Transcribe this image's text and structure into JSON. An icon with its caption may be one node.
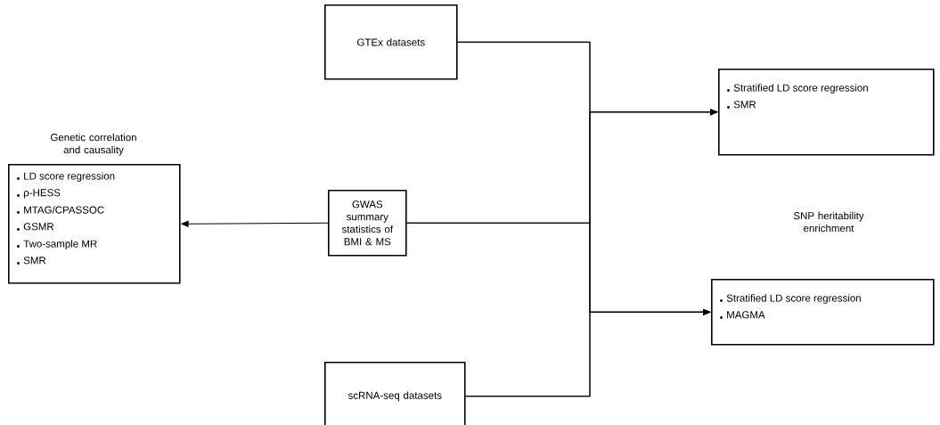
{
  "diagram": {
    "nodes": [
      {
        "text": [
          "GTEx datasets"
        ]
      },
      {
        "text": [
          "GWAS summary statistics of BMI & MS"
        ]
      },
      {
        "text": [
          "scRNA-seq datasets"
        ]
      },
      {
        "text": [
          "Genetic correlation and causality",
          "LD score regression",
          "ρ-HESS",
          "MTAG/CPASSOC",
          "GSMR",
          "Two-sample MR",
          "SMR"
        ]
      },
      {
        "text": [
          "Stratified LD score regression",
          "SMR"
        ]
      },
      {
        "text": [
          "Stratified LD score regression",
          "MAGMA"
        ]
      }
    ],
    "edges": [
      {
        "from": 1,
        "to": 3,
        "arrow": "to"
      },
      {
        "from": 0,
        "to": 4,
        "arrow": "to"
      },
      {
        "from": 1,
        "to": 4,
        "arrow": "to"
      },
      {
        "from": 2,
        "to": 4,
        "arrow": "to"
      },
      {
        "from": 0,
        "to": 5,
        "arrow": "to"
      },
      {
        "from": 1,
        "to": 5,
        "arrow": "to"
      },
      {
        "from": 2,
        "to": 5,
        "arrow": "to"
      }
    ],
    "labels": [
      "SNP heritability enrichment"
    ]
  }
}
